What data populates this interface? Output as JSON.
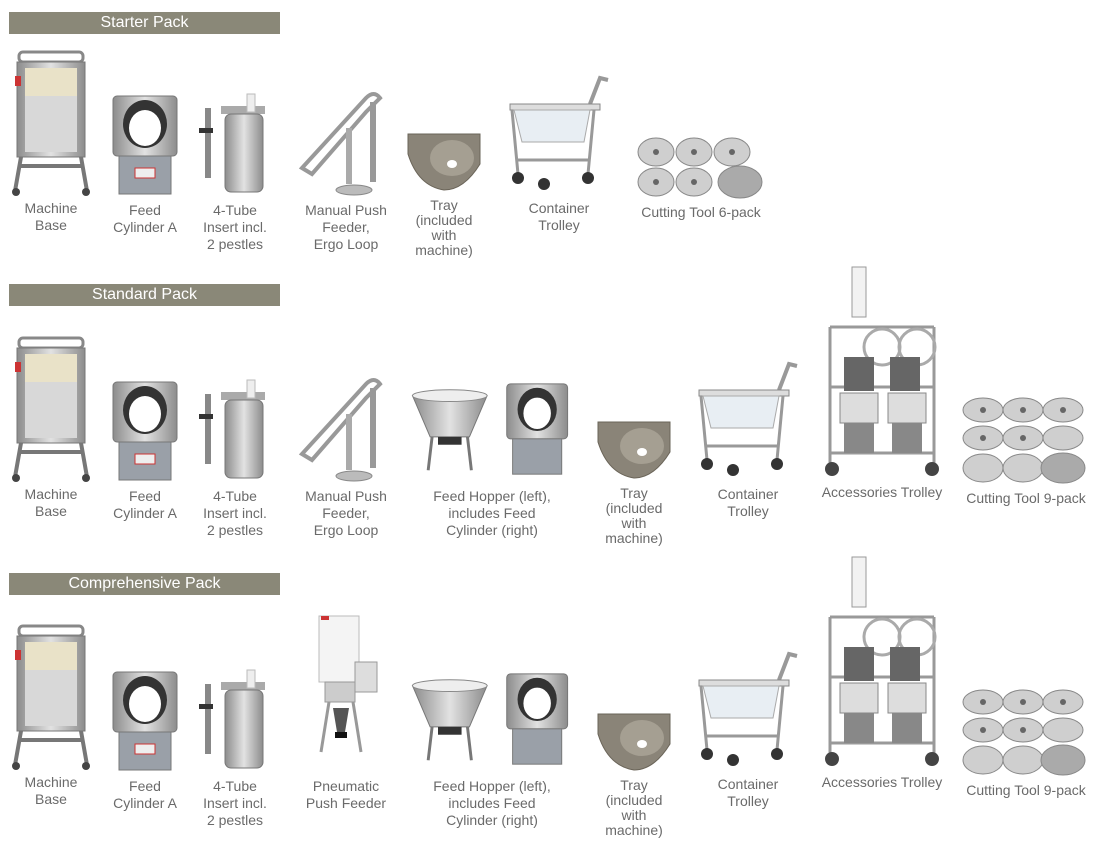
{
  "sections": [
    {
      "title": "Starter Pack",
      "items": [
        {
          "icon": "machine-base-icon",
          "label": "Machine\nBase"
        },
        {
          "icon": "feed-cylinder-icon",
          "label": "Feed\nCylinder A"
        },
        {
          "icon": "four-tube-insert-icon",
          "label": "4-Tube\nInsert incl.\n2 pestles"
        },
        {
          "icon": "push-feeder-icon",
          "label": "Manual Push\nFeeder,\nErgo Loop"
        },
        {
          "icon": "tray-icon",
          "label": "Tray\n(included\nwith\nmachine)"
        },
        {
          "icon": "container-trolley-icon",
          "label": "Container\nTrolley"
        },
        {
          "icon": "cutting-tools-icon",
          "label": "Cutting Tool 6-pack"
        }
      ]
    },
    {
      "title": "Standard Pack",
      "items": [
        {
          "icon": "machine-base-icon",
          "label": "Machine\nBase"
        },
        {
          "icon": "feed-cylinder-icon",
          "label": "Feed\nCylinder A"
        },
        {
          "icon": "four-tube-insert-icon",
          "label": "4-Tube\nInsert incl.\n2 pestles"
        },
        {
          "icon": "push-feeder-icon",
          "label": "Manual Push\nFeeder,\nErgo Loop"
        },
        {
          "icon": "feed-hopper-icon",
          "label": "Feed Hopper (left),\nincludes Feed\nCylinder (right)"
        },
        {
          "icon": "tray-icon",
          "label": "Tray\n(included\nwith\nmachine)"
        },
        {
          "icon": "container-trolley-icon",
          "label": "Container\nTrolley"
        },
        {
          "icon": "accessories-trolley-icon",
          "label": "Accessories Trolley"
        },
        {
          "icon": "cutting-tools-icon",
          "label": "Cutting Tool 9-pack"
        }
      ]
    },
    {
      "title": "Comprehensive Pack",
      "items": [
        {
          "icon": "machine-base-icon",
          "label": "Machine\nBase"
        },
        {
          "icon": "feed-cylinder-icon",
          "label": "Feed\nCylinder A"
        },
        {
          "icon": "four-tube-insert-icon",
          "label": "4-Tube\nInsert incl.\n2 pestles"
        },
        {
          "icon": "pneumatic-feeder-icon",
          "label": "Pneumatic\nPush Feeder"
        },
        {
          "icon": "feed-hopper-icon",
          "label": "Feed Hopper (left),\nincludes Feed\nCylinder (right)"
        },
        {
          "icon": "tray-icon",
          "label": "Tray\n(included\nwith\nmachine)"
        },
        {
          "icon": "container-trolley-icon",
          "label": "Container\nTrolley"
        },
        {
          "icon": "accessories-trolley-icon",
          "label": "Accessories Trolley"
        },
        {
          "icon": "cutting-tools-icon",
          "label": "Cutting Tool 9-pack"
        }
      ]
    }
  ],
  "colors": {
    "header_bg": "#8a8878",
    "header_text": "#ffffff",
    "label_text": "#6a6a6a",
    "steel": "#b8b8b8",
    "steel_dark": "#6e6e6e"
  }
}
